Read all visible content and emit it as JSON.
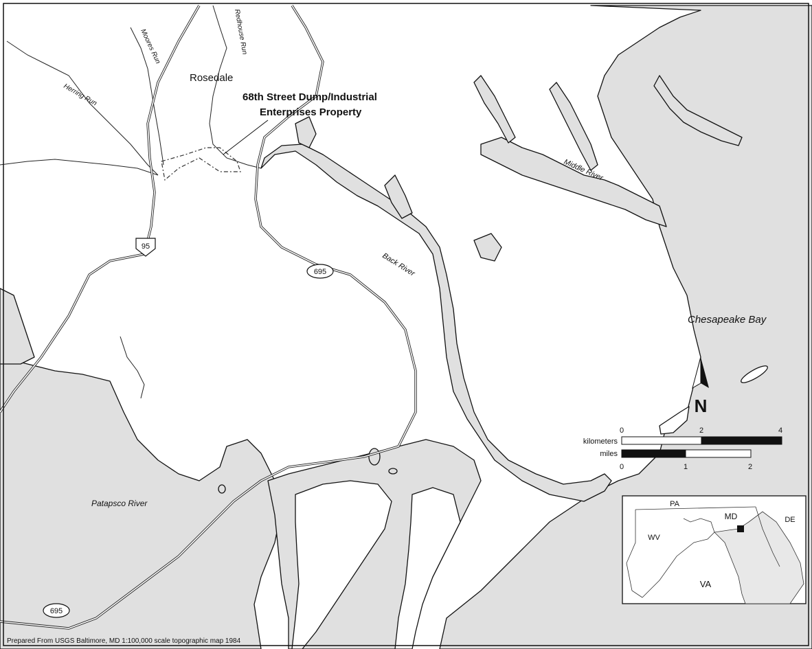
{
  "places": {
    "rosedale": "Rosedale",
    "site_line1": "68th Street Dump/Industrial",
    "site_line2": "Enterprises Property"
  },
  "streams": {
    "herring_run": "Herring Run",
    "moores_run": "Moores Run",
    "redhouse_run": "Redhouse Run"
  },
  "water_bodies": {
    "back_river": "Back River",
    "middle_river": "Middle River",
    "chesapeake_bay": "Chesapeake Bay",
    "patapsco_river": "Patapsco River"
  },
  "highways": {
    "i95": "95",
    "i695_north": "695",
    "i695_south": "695"
  },
  "north_arrow": {
    "label": "N"
  },
  "scale_bar": {
    "km_label": "kilometers",
    "mi_label": "miles",
    "km_ticks": [
      "0",
      "2",
      "4"
    ],
    "mi_ticks": [
      "0",
      "1",
      "2"
    ]
  },
  "inset": {
    "pa": "PA",
    "md": "MD",
    "de": "DE",
    "wv": "WV",
    "va": "VA"
  },
  "credit": "Prepared From USGS Baltimore, MD 1:100,000 scale topographic map 1984",
  "colors": {
    "water": "#e0e0e0",
    "land": "#ffffff",
    "ink": "#111111"
  }
}
